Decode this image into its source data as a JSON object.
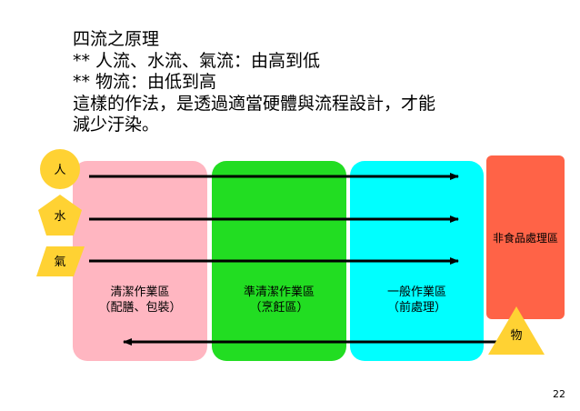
{
  "text": {
    "lines": [
      "四流之原理",
      "** 人流、水流、氣流：由高到低",
      "** 物流：由低到高",
      "這樣的作法，是透過適當硬體與流程設計，才能",
      "減少汙染。"
    ]
  },
  "zones": [
    {
      "title": "清潔作業區",
      "subtitle": "（配膳、包裝）",
      "color": "#ffb6c1"
    },
    {
      "title": "準清潔作業區",
      "subtitle": "（烹飪區）",
      "color": "#22dd22"
    },
    {
      "title": "一般作業區",
      "subtitle": "（前處理）",
      "color": "#00ffff"
    },
    {
      "title": "非食品處理區",
      "subtitle": "",
      "color": "#ff6347"
    }
  ],
  "flows": {
    "person": "人",
    "water": "水",
    "air": "氣",
    "goods": "物"
  },
  "colors": {
    "flow_shapes": "#ffd233",
    "arrow": "#000000"
  },
  "page_number": "22"
}
